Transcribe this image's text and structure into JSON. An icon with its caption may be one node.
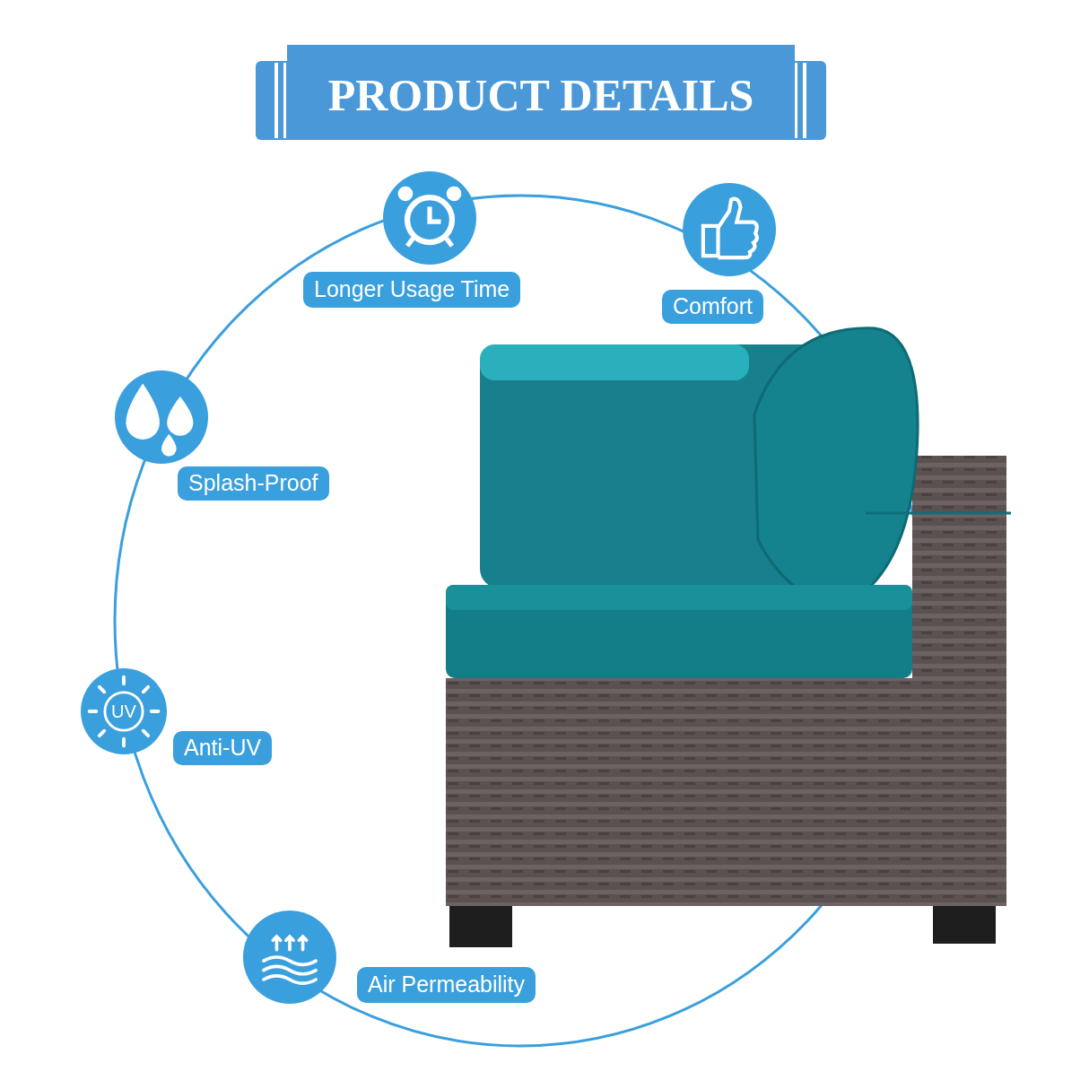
{
  "diagram": {
    "title": "PRODUCT DETAILS",
    "nodes": [
      {
        "text": [
          "Longer Usage Time"
        ]
      },
      {
        "text": [
          "Comfort"
        ]
      },
      {
        "text": [
          "Splash-Proof"
        ]
      },
      {
        "text": [
          "Anti-UV"
        ]
      },
      {
        "text": [
          "Air Permeability"
        ]
      }
    ],
    "labels": [
      "UV"
    ]
  }
}
